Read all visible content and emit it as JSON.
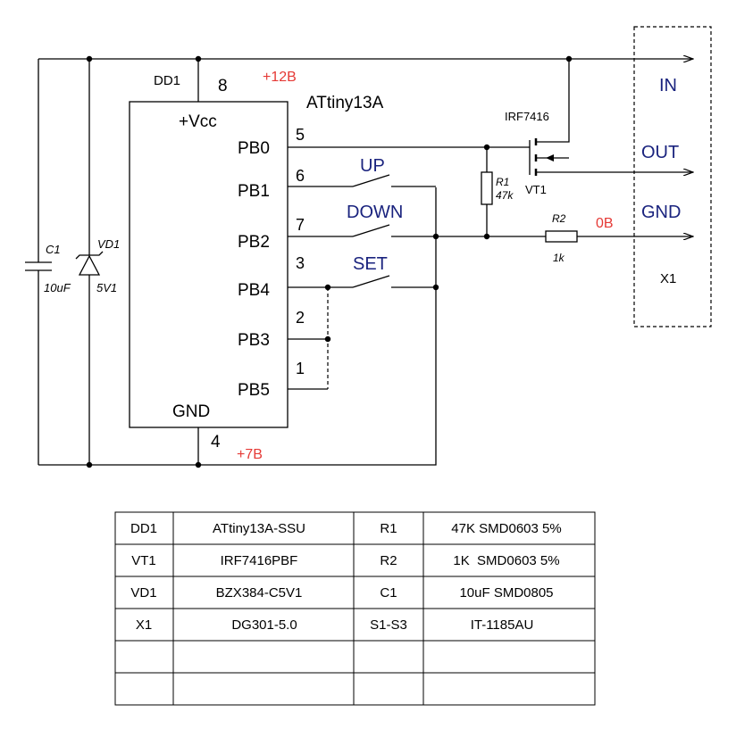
{
  "chip": {
    "designator": "DD1",
    "name": "ATtiny13A",
    "vcc_label": "+Vcc",
    "gnd_label": "GND",
    "pin_vcc": "8",
    "pin_gnd": "4",
    "pins": [
      {
        "num": "5",
        "name": "PB0"
      },
      {
        "num": "6",
        "name": "PB1"
      },
      {
        "num": "7",
        "name": "PB2"
      },
      {
        "num": "3",
        "name": "PB4"
      },
      {
        "num": "2",
        "name": "PB3"
      },
      {
        "num": "1",
        "name": "PB5"
      }
    ]
  },
  "voltages": {
    "v12": "+12В",
    "v7": "+7В",
    "v0": "0В"
  },
  "buttons": {
    "up": "UP",
    "down": "DOWN",
    "set": "SET"
  },
  "transistor": {
    "part": "IRF7416",
    "designator": "VT1"
  },
  "r1": {
    "designator": "R1",
    "value": "47k"
  },
  "r2": {
    "designator": "R2",
    "value": "1k"
  },
  "c1": {
    "designator": "C1",
    "value": "10uF"
  },
  "vd1": {
    "designator": "VD1",
    "value": "5V1"
  },
  "connector": {
    "designator": "X1",
    "in": "IN",
    "out": "OUT",
    "gnd": "GND"
  },
  "bom": [
    [
      "DD1",
      "ATtiny13A-SSU",
      "R1",
      "47K SMD0603 5%"
    ],
    [
      "VT1",
      "IRF7416PBF",
      "R2",
      "1K  SMD0603 5%"
    ],
    [
      "VD1",
      "BZX384-C5V1",
      "C1",
      "10uF SMD0805"
    ],
    [
      "X1",
      "DG301-5.0",
      "S1-S3",
      "IT-1185AU"
    ],
    [
      "",
      "",
      "",
      ""
    ],
    [
      "",
      "",
      "",
      ""
    ]
  ],
  "colors": {
    "label_blue": "#1a237e",
    "voltage_red": "#e53935"
  }
}
